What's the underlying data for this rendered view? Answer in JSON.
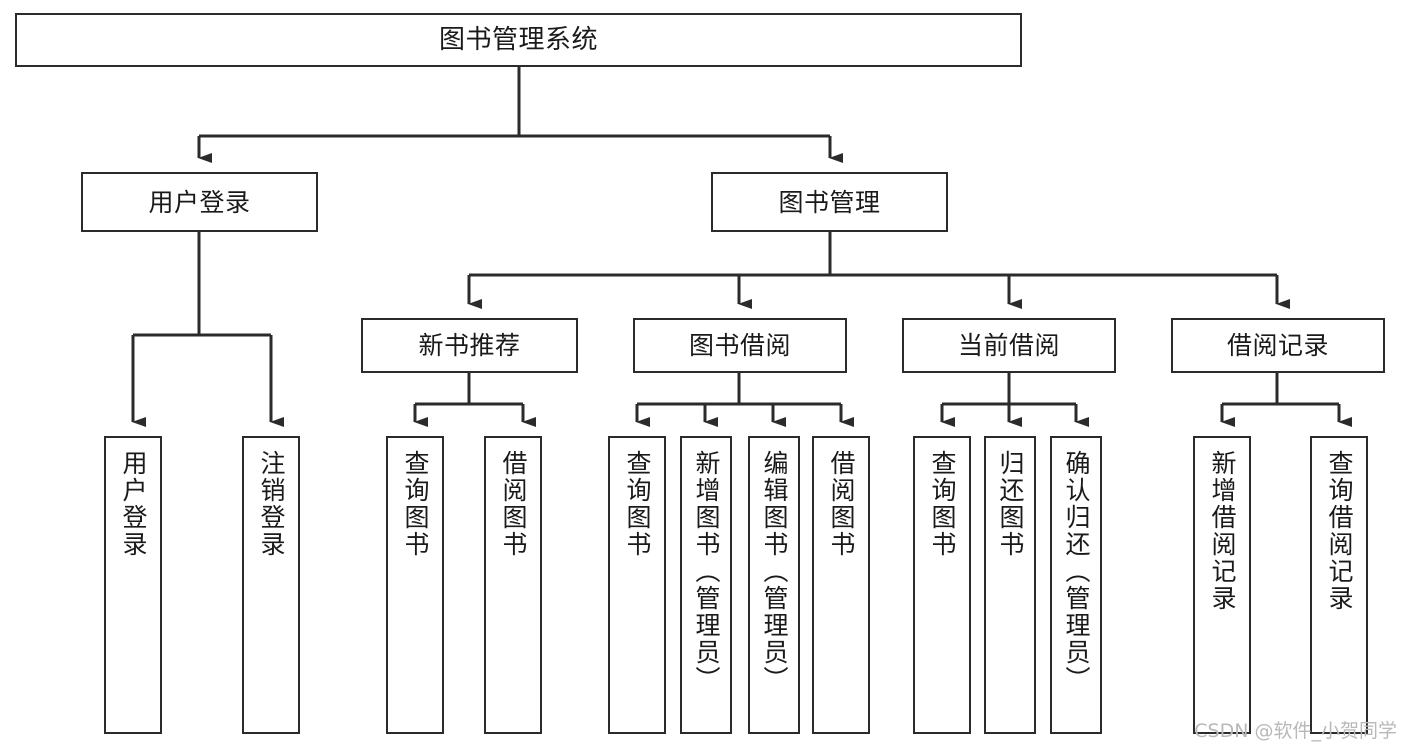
{
  "diagram": {
    "title": "图书管理系统",
    "type": "tree-hierarchy",
    "watermark": "CSDN @软件_小贺同学",
    "colors": {
      "background": "#ffffff",
      "node_border": "#2b2b2b",
      "node_fill": "#ffffff",
      "text": "#1a1a1a",
      "edge": "#2b2b2b",
      "watermark": "#b9b9b9"
    },
    "nodes": {
      "root": {
        "label": "图书管理系统"
      },
      "level1": [
        {
          "label": "用户登录"
        },
        {
          "label": "图书管理"
        }
      ],
      "level2": [
        {
          "label": "新书推荐"
        },
        {
          "label": "图书借阅"
        },
        {
          "label": "当前借阅"
        },
        {
          "label": "借阅记录"
        }
      ],
      "leaves_user_login": [
        {
          "label": "用户登录"
        },
        {
          "label": "注销登录"
        }
      ],
      "leaves_new_book": [
        {
          "label": "查询图书"
        },
        {
          "label": "借阅图书"
        }
      ],
      "leaves_borrow": [
        {
          "label": "查询图书"
        },
        {
          "label": "新增图书（管理员）"
        },
        {
          "label": "编辑图书（管理员）"
        },
        {
          "label": "借阅图书"
        }
      ],
      "leaves_current": [
        {
          "label": "查询图书"
        },
        {
          "label": "归还图书"
        },
        {
          "label": "确认归还（管理员）"
        }
      ],
      "leaves_records": [
        {
          "label": "新增借阅记录"
        },
        {
          "label": "查询借阅记录"
        }
      ]
    }
  }
}
